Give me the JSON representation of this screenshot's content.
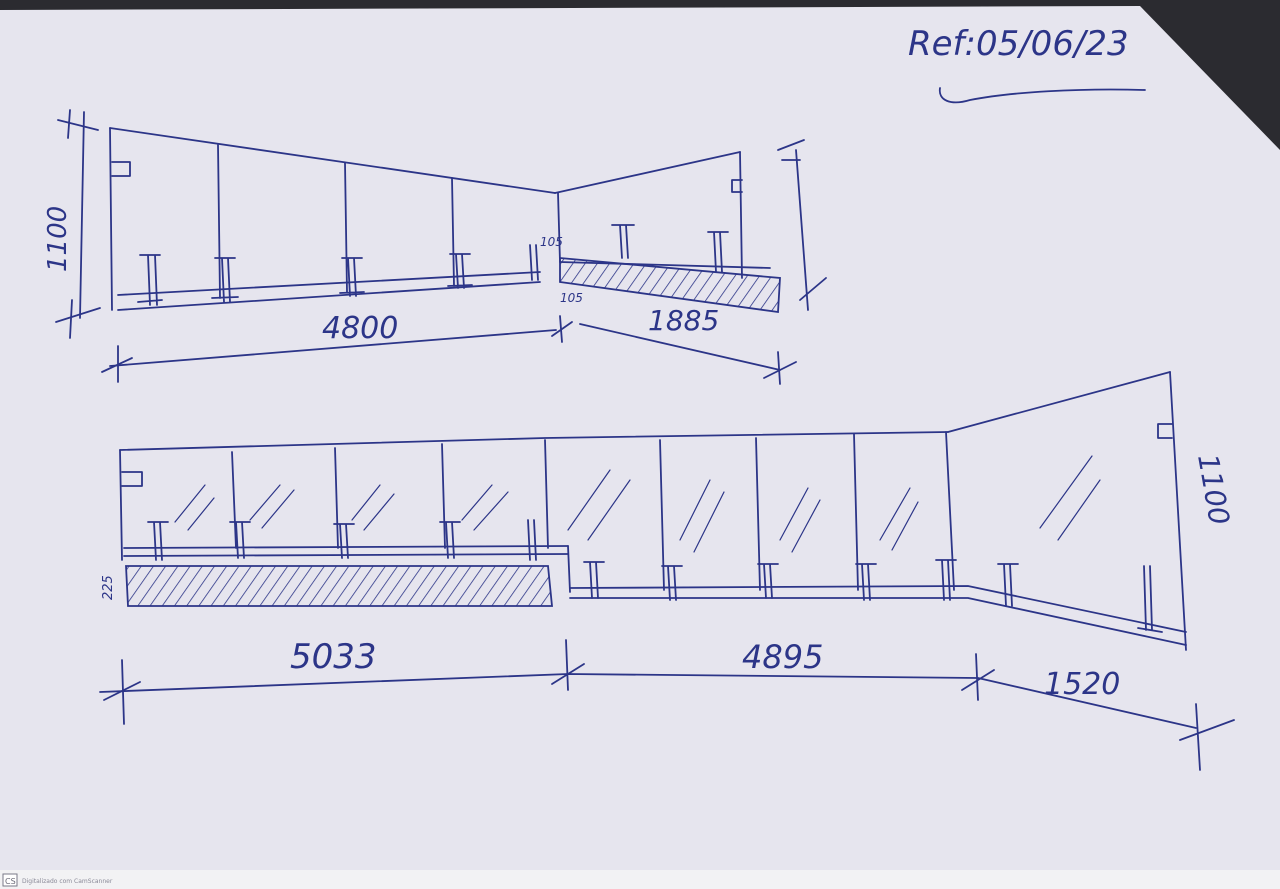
{
  "header": {
    "ref_code": "Ref:05/06/23"
  },
  "sketch_top": {
    "height_label": "1100",
    "offset_label_top": "105",
    "offset_label_bottom": "105",
    "span_left": "4800",
    "span_right": "1885"
  },
  "sketch_bottom": {
    "height_label": "1100",
    "step_label": "225",
    "span_left": "5033",
    "span_middle": "4895",
    "span_right": "1520"
  },
  "scanner_mark": {
    "logo": "CS",
    "caption": "Digitalizado com CamScanner"
  },
  "colors": {
    "paper": "#e6e5ee",
    "ink": "#2c3588",
    "background": "#2b2b30"
  }
}
